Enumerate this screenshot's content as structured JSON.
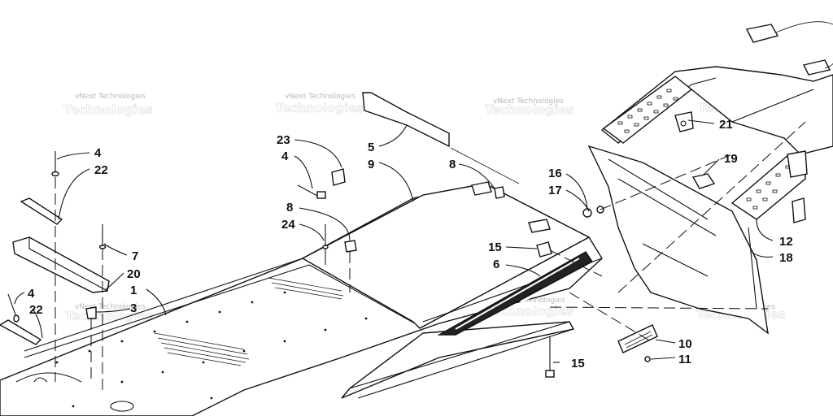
{
  "watermark": {
    "text": "vNext Technologies",
    "brand": "Technologies"
  },
  "callouts": [
    {
      "id": "c1",
      "label": "1"
    },
    {
      "id": "c3",
      "label": "3"
    },
    {
      "id": "c4a",
      "label": "4"
    },
    {
      "id": "c4b",
      "label": "4"
    },
    {
      "id": "c4c",
      "label": "4"
    },
    {
      "id": "c5",
      "label": "5"
    },
    {
      "id": "c6",
      "label": "6"
    },
    {
      "id": "c7",
      "label": "7"
    },
    {
      "id": "c8a",
      "label": "8"
    },
    {
      "id": "c8b",
      "label": "8"
    },
    {
      "id": "c9",
      "label": "9"
    },
    {
      "id": "c10",
      "label": "10"
    },
    {
      "id": "c11",
      "label": "11"
    },
    {
      "id": "c12",
      "label": "12"
    },
    {
      "id": "c15a",
      "label": "15"
    },
    {
      "id": "c15b",
      "label": "15"
    },
    {
      "id": "c16",
      "label": "16"
    },
    {
      "id": "c17",
      "label": "17"
    },
    {
      "id": "c18",
      "label": "18"
    },
    {
      "id": "c19",
      "label": "19"
    },
    {
      "id": "c20",
      "label": "20"
    },
    {
      "id": "c21",
      "label": "21"
    },
    {
      "id": "c22a",
      "label": "22"
    },
    {
      "id": "c22b",
      "label": "22"
    },
    {
      "id": "c23",
      "label": "23"
    },
    {
      "id": "c24",
      "label": "24"
    }
  ],
  "colors": {
    "line": "#111111",
    "background": "#ffffff",
    "watermark": "#b8b8b8"
  }
}
